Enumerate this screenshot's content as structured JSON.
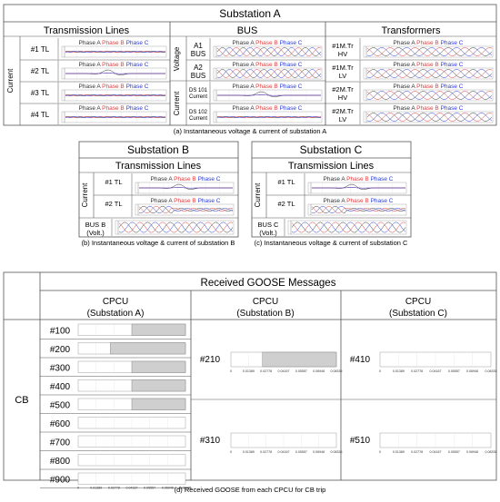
{
  "substation_a": {
    "title": "Substation A",
    "groups": {
      "tl": "Transmission Lines",
      "bus": "BUS",
      "tr": "Transformers"
    },
    "side_labels": {
      "tl": "Current",
      "bus_voltage": "Voltage",
      "bus_current": "Current"
    },
    "legend": {
      "a": "Phase A",
      "b": "Phase B",
      "c": "Phase C"
    },
    "tl_rows": [
      "#1 TL",
      "#2 TL",
      "#3 TL",
      "#4 TL"
    ],
    "bus_rows": [
      "A1 BUS",
      "A2 BUS",
      "DS 101 Current",
      "DS 102 Current"
    ],
    "tr_rows": [
      "#1M.Tr HV",
      "#1M.Tr LV",
      "#2M.Tr HV",
      "#2M.Tr LV"
    ],
    "caption": "(a) Instantaneous voltage & current of substation A"
  },
  "substation_b": {
    "title": "Substation B",
    "group": "Transmission Lines",
    "side_label": "Current",
    "rows": [
      "#1 TL",
      "#2 TL",
      "BUS B (Volt.)"
    ],
    "caption": "(b) Instantaneous voltage & current of substation B"
  },
  "substation_c": {
    "title": "Substation C",
    "group": "Transmission Lines",
    "side_label": "Current",
    "rows": [
      "#1 TL",
      "#2 TL",
      "BUS C (Volt.)"
    ],
    "caption": "(c) Instantaneous voltage & current of substation C"
  },
  "goose": {
    "title": "Received GOOSE Messages",
    "row_label": "CB",
    "cpcu_a": {
      "title1": "CPCU",
      "title2": "(Substation A)",
      "ids": [
        "#100",
        "#200",
        "#300",
        "#400",
        "#500",
        "#600",
        "#700",
        "#800",
        "#900"
      ]
    },
    "cpcu_b": {
      "title1": "CPCU",
      "title2": "(Substation B)",
      "ids": [
        "#210",
        "#310"
      ]
    },
    "cpcu_c": {
      "title1": "CPCU",
      "title2": "(Substation C)",
      "ids": [
        "#410",
        "#510"
      ]
    },
    "ticks": [
      "0",
      "0.01389",
      "0.02778",
      "0.04167",
      "0.05557",
      "0.06946",
      "0.08335"
    ],
    "caption": "(d) Received GOOSE from each CPCU for CB trip"
  },
  "colors": {
    "phase_a": "#333333",
    "phase_b": "#e03a3a",
    "phase_c": "#2a3bd6",
    "trip_fill": "#cfcfcf",
    "border": "#555555"
  }
}
